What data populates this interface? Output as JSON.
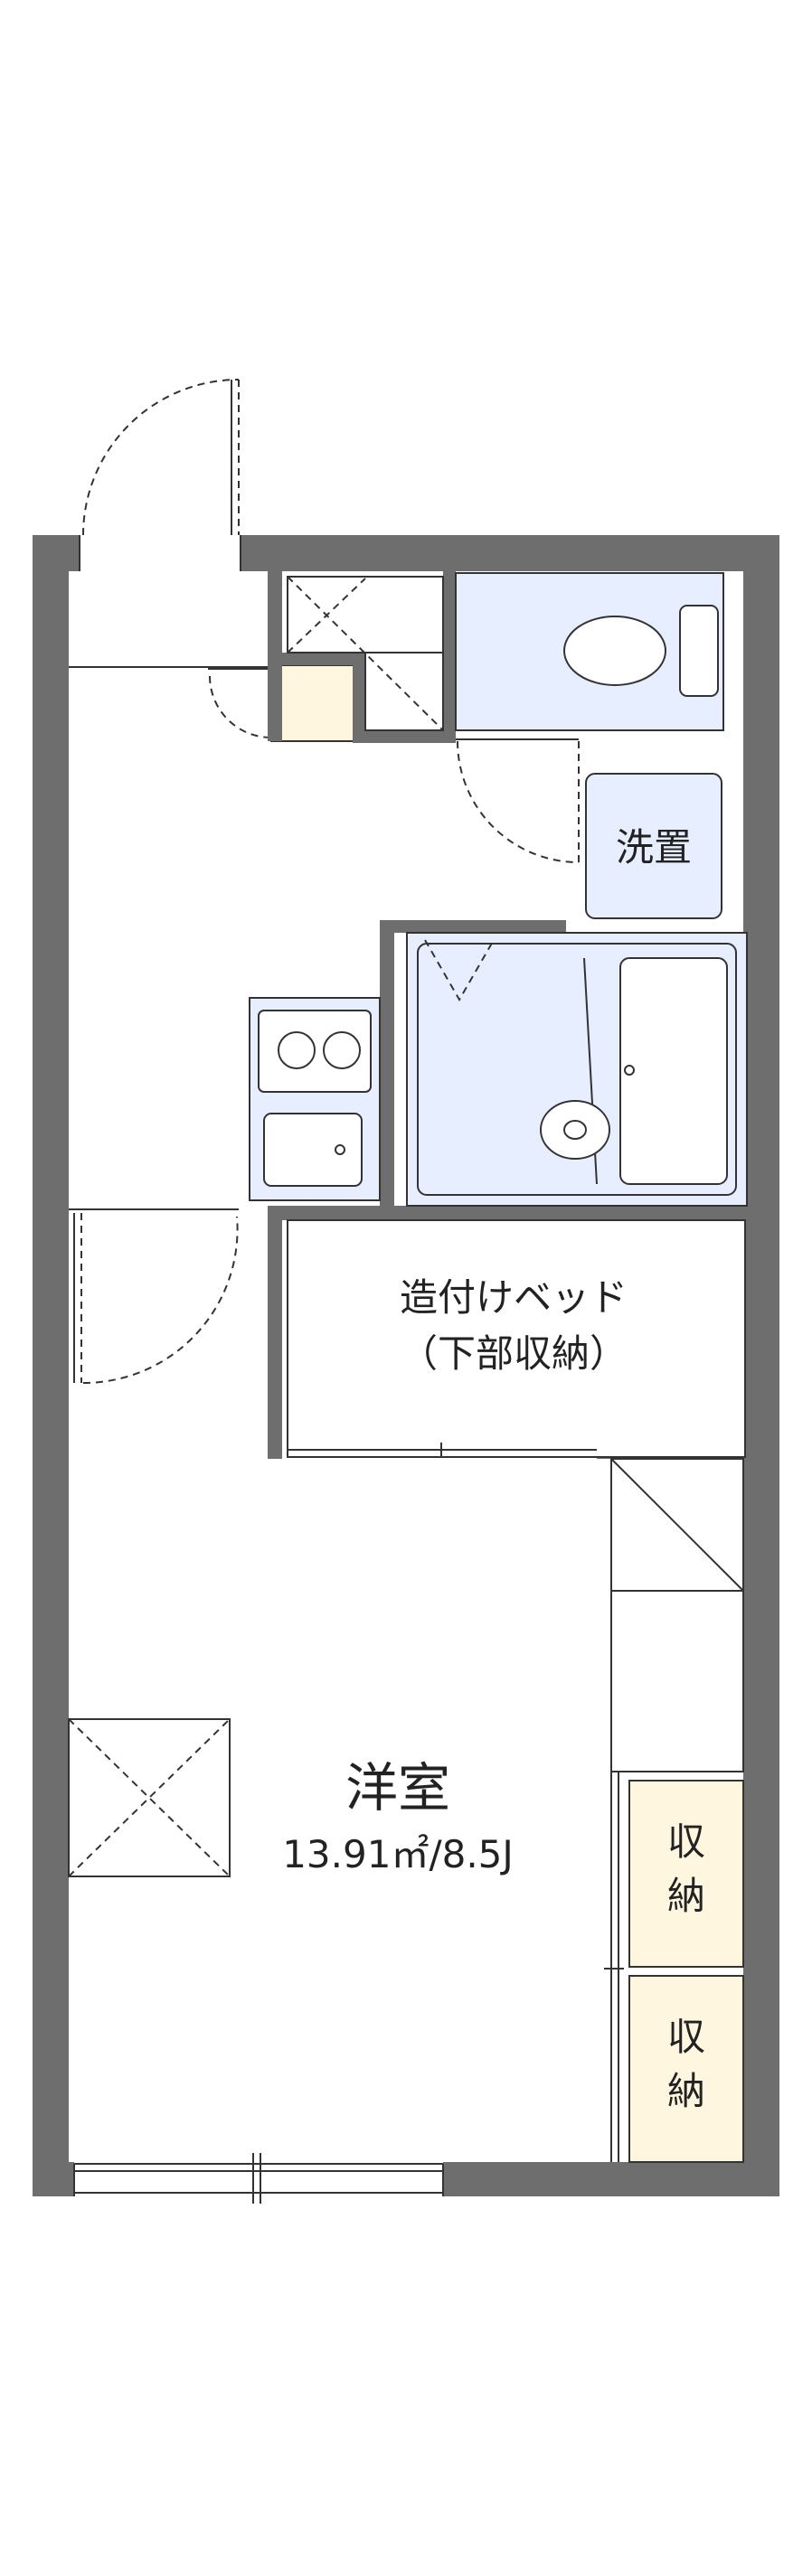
{
  "rooms": {
    "western_room": {
      "name": "洋室",
      "area": "13.91㎡/8.5J"
    },
    "built_in_bed": {
      "line1": "造付けベッド",
      "line2": "（下部収納）"
    },
    "washer": "洗置",
    "storage_1": {
      "line1": "収",
      "line2": "納"
    },
    "storage_2": {
      "line1": "収",
      "line2": "納"
    }
  },
  "colors": {
    "wall": "#6e6e6e",
    "floor": "#ffffff",
    "wet_area": "#e6eeff",
    "storage": "#fff6e0",
    "line": "#333333"
  }
}
